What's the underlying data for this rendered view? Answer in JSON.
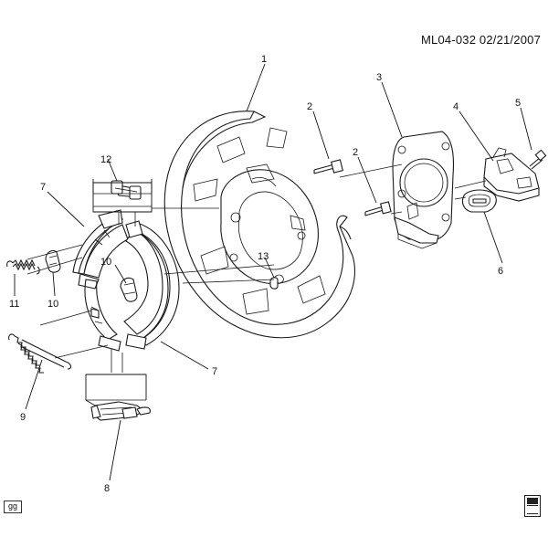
{
  "header": {
    "drawing_id": "ML04-032  02/21/2007"
  },
  "callouts": [
    "1",
    "2",
    "2",
    "3",
    "4",
    "5",
    "6",
    "7",
    "7",
    "8",
    "9",
    "10",
    "10",
    "11",
    "12",
    "13"
  ],
  "footer": {
    "badge": "gg"
  }
}
